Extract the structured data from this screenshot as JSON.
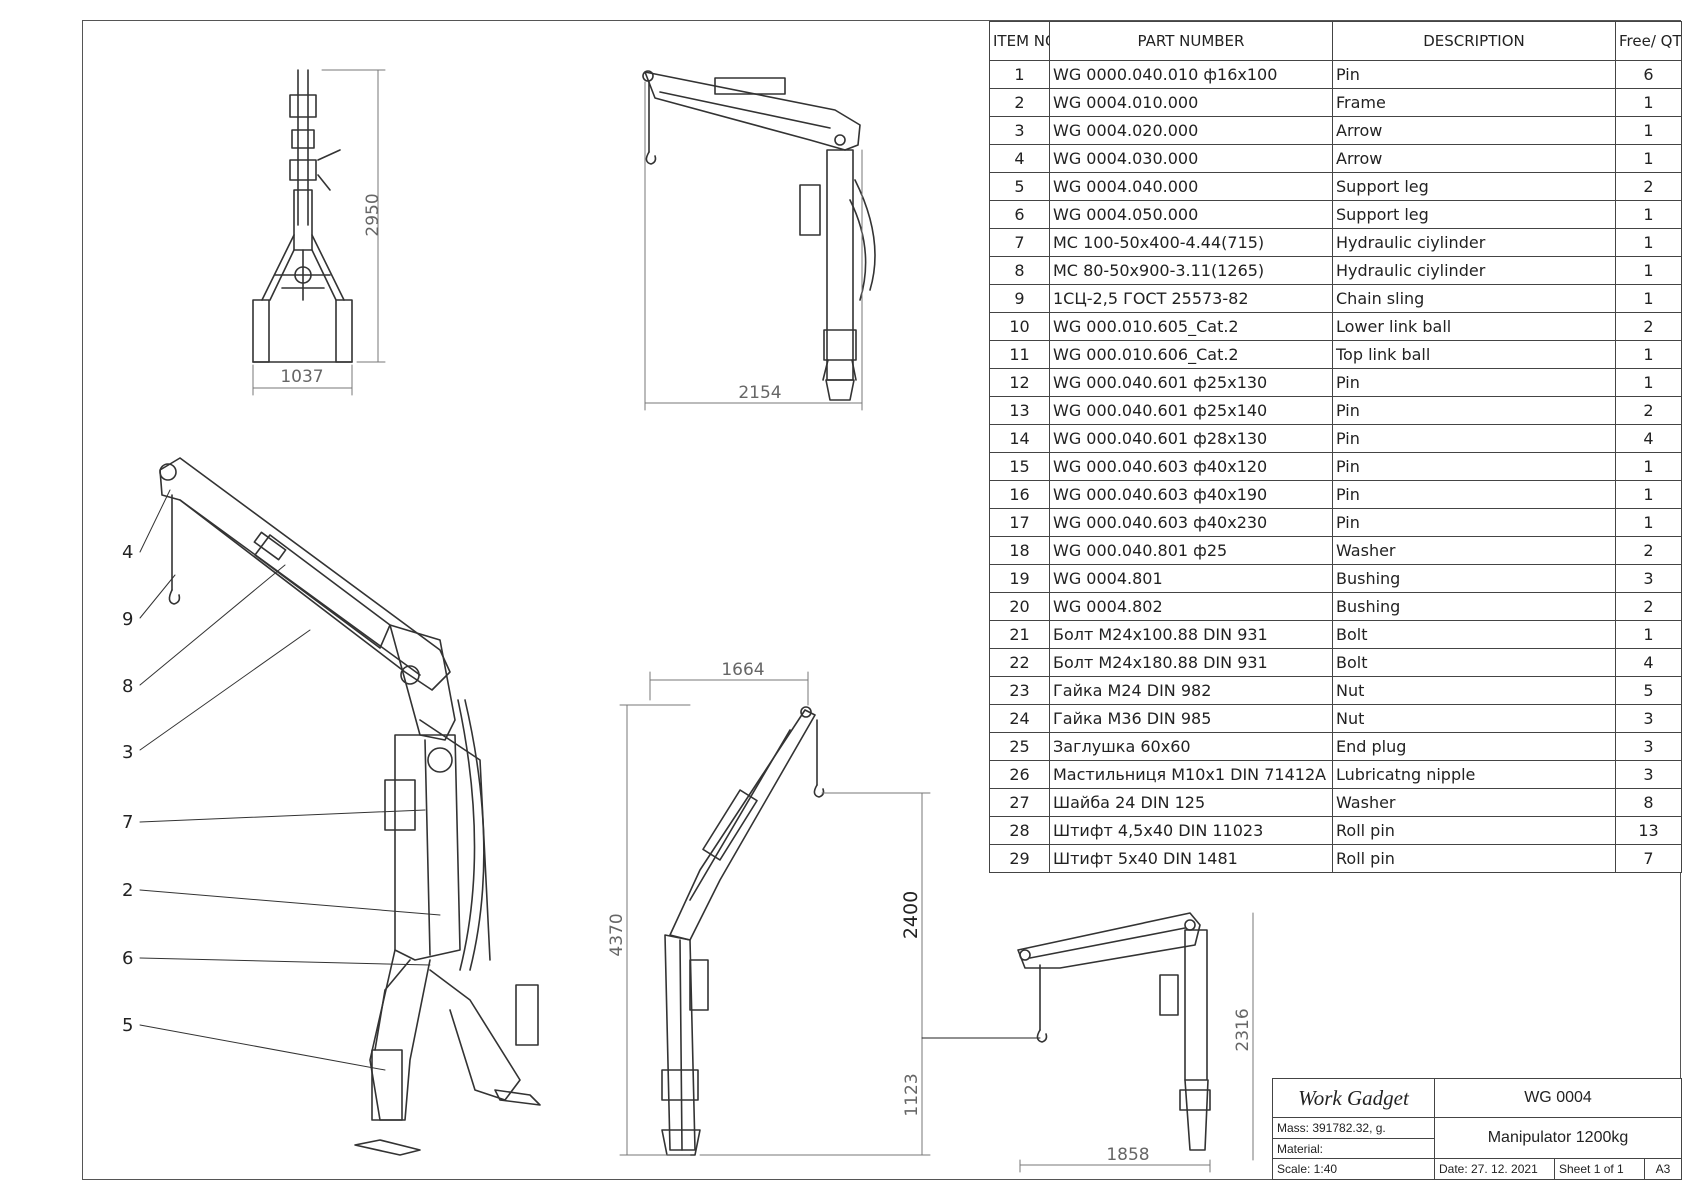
{
  "bom": {
    "headers": {
      "item_no": "ITEM NO.",
      "part_number": "PART NUMBER",
      "description": "DESCRIPTION",
      "qty": "Free/ QTY."
    },
    "rows": [
      {
        "item": "1",
        "part": "WG 0000.040.010 ф16x100",
        "desc": "Pin",
        "qty": "6"
      },
      {
        "item": "2",
        "part": "WG 0004.010.000",
        "desc": "Frame",
        "qty": "1"
      },
      {
        "item": "3",
        "part": "WG 0004.020.000",
        "desc": "Arrow",
        "qty": "1"
      },
      {
        "item": "4",
        "part": "WG 0004.030.000",
        "desc": "Arrow",
        "qty": "1"
      },
      {
        "item": "5",
        "part": "WG 0004.040.000",
        "desc": "Support leg",
        "qty": "2"
      },
      {
        "item": "6",
        "part": "WG 0004.050.000",
        "desc": "Support leg",
        "qty": "1"
      },
      {
        "item": "7",
        "part": "MC 100-50x400-4.44(715)",
        "desc": "Hydraulic ciylinder",
        "qty": "1"
      },
      {
        "item": "8",
        "part": "MC 80-50x900-3.11(1265)",
        "desc": "Hydraulic ciylinder",
        "qty": "1"
      },
      {
        "item": "9",
        "part": "1СЦ-2,5 ГОСТ 25573-82",
        "desc": "Chain sling",
        "qty": "1"
      },
      {
        "item": "10",
        "part": "WG 000.010.605_Cat.2",
        "desc": "Lower link ball",
        "qty": "2"
      },
      {
        "item": "11",
        "part": "WG 000.010.606_Cat.2",
        "desc": "Top link ball",
        "qty": "1"
      },
      {
        "item": "12",
        "part": "WG 000.040.601 ф25x130",
        "desc": "Pin",
        "qty": "1"
      },
      {
        "item": "13",
        "part": "WG 000.040.601 ф25x140",
        "desc": "Pin",
        "qty": "2"
      },
      {
        "item": "14",
        "part": "WG 000.040.601 ф28x130",
        "desc": "Pin",
        "qty": "4"
      },
      {
        "item": "15",
        "part": "WG 000.040.603 ф40x120",
        "desc": "Pin",
        "qty": "1"
      },
      {
        "item": "16",
        "part": "WG 000.040.603 ф40x190",
        "desc": "Pin",
        "qty": "1"
      },
      {
        "item": "17",
        "part": "WG 000.040.603 ф40x230",
        "desc": "Pin",
        "qty": "1"
      },
      {
        "item": "18",
        "part": "WG 000.040.801 ф25",
        "desc": "Washer",
        "qty": "2"
      },
      {
        "item": "19",
        "part": "WG 0004.801",
        "desc": "Bushing",
        "qty": "3"
      },
      {
        "item": "20",
        "part": "WG 0004.802",
        "desc": "Bushing",
        "qty": "2"
      },
      {
        "item": "21",
        "part": "Болт М24x100.88 DIN 931",
        "desc": "Bolt",
        "qty": "1"
      },
      {
        "item": "22",
        "part": "Болт М24x180.88 DIN 931",
        "desc": "Bolt",
        "qty": "4"
      },
      {
        "item": "23",
        "part": "Гайка М24 DIN 982",
        "desc": "Nut",
        "qty": "5"
      },
      {
        "item": "24",
        "part": "Гайка М36 DIN 985",
        "desc": "Nut",
        "qty": "3"
      },
      {
        "item": "25",
        "part": "Заглушка 60x60",
        "desc": "End plug",
        "qty": "3"
      },
      {
        "item": "26",
        "part": "Мастильниця M10x1 DIN 71412A",
        "desc": "Lubricatng nipple",
        "qty": "3"
      },
      {
        "item": "27",
        "part": "Шайба 24 DIN 125",
        "desc": "Washer",
        "qty": "8"
      },
      {
        "item": "28",
        "part": "Штифт 4,5x40 DIN 11023",
        "desc": "Roll pin",
        "qty": "13"
      },
      {
        "item": "29",
        "part": "Штифт 5x40 DIN 1481",
        "desc": "Roll pin",
        "qty": "7"
      }
    ]
  },
  "dimensions": {
    "front_height": "2950",
    "front_width": "1037",
    "side_reach": "2154",
    "iso2_reach": "1664",
    "iso2_height": "4370",
    "hook_height": "2400",
    "base_height": "1123",
    "side2_height": "2316",
    "side2_width": "1858"
  },
  "callouts": [
    "4",
    "9",
    "8",
    "3",
    "7",
    "2",
    "6",
    "5"
  ],
  "title_block": {
    "company": "Work Gadget",
    "drawing_no": "WG 0004",
    "mass": "Mass: 391782.32, g.",
    "material": "Material:",
    "title": "Manipulator 1200kg",
    "scale": "Scale: 1:40",
    "date": "Date: 27. 12. 2021",
    "sheet": "Sheet 1 of 1",
    "size": "A3"
  }
}
